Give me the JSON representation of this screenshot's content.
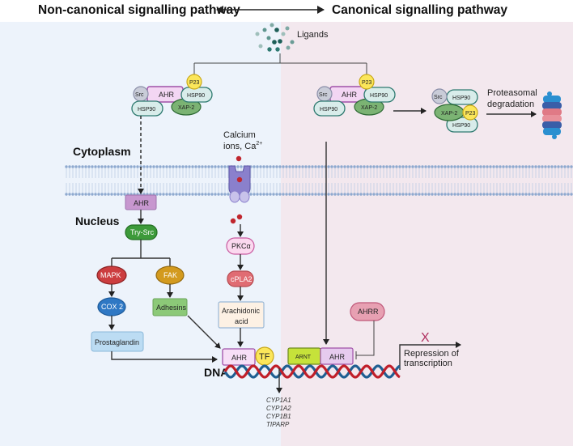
{
  "header": {
    "left_title": "Non-canonical signalling pathway",
    "right_title": "Canonical signalling pathway"
  },
  "colors": {
    "left_bg": "#edf3fb",
    "right_bg": "#f3e8ee",
    "membrane": "#8ea9cf",
    "dna_red": "#c01f2a",
    "dna_blue": "#1f5f92"
  },
  "ligands": {
    "label": "Ligands"
  },
  "sections": {
    "cytoplasm": "Cytoplasm",
    "nucleus": "Nucleus",
    "dna": "DNA"
  },
  "complex": {
    "src": "Src",
    "ahr": "AHR",
    "hsp90": "HSP90",
    "p23": "P23",
    "xap2": "XAP-2"
  },
  "calcium": {
    "line1": "Calcium",
    "line2": "ions, Ca",
    "superscript": "2+"
  },
  "proteasome": {
    "line1": "Proteasomal",
    "line2": "degradation"
  },
  "non_canonical": {
    "ahr": "AHR",
    "try_src": "Try-Src",
    "mapk": "MAPK",
    "fak": "FAK",
    "cox2": "COX 2",
    "adhesins": "Adhesins",
    "prostaglandin": "Prostaglandin",
    "pkca": "PKCα",
    "cpla2": "cPLA2",
    "arachidonic_line1": "Arachidonic",
    "arachidonic_line2": "acid",
    "nuclear_ahr": "AHR",
    "tf": "TF"
  },
  "canonical": {
    "arnt": "ARNT",
    "ahr": "AHR",
    "ahrr": "AHRR",
    "repression_line1": "Repression of",
    "repression_line2": "transcription",
    "blocked_mark": "X"
  },
  "genes": [
    "CYP1A1",
    "CYP1A2",
    "CYP1B1",
    "TIPARP"
  ]
}
